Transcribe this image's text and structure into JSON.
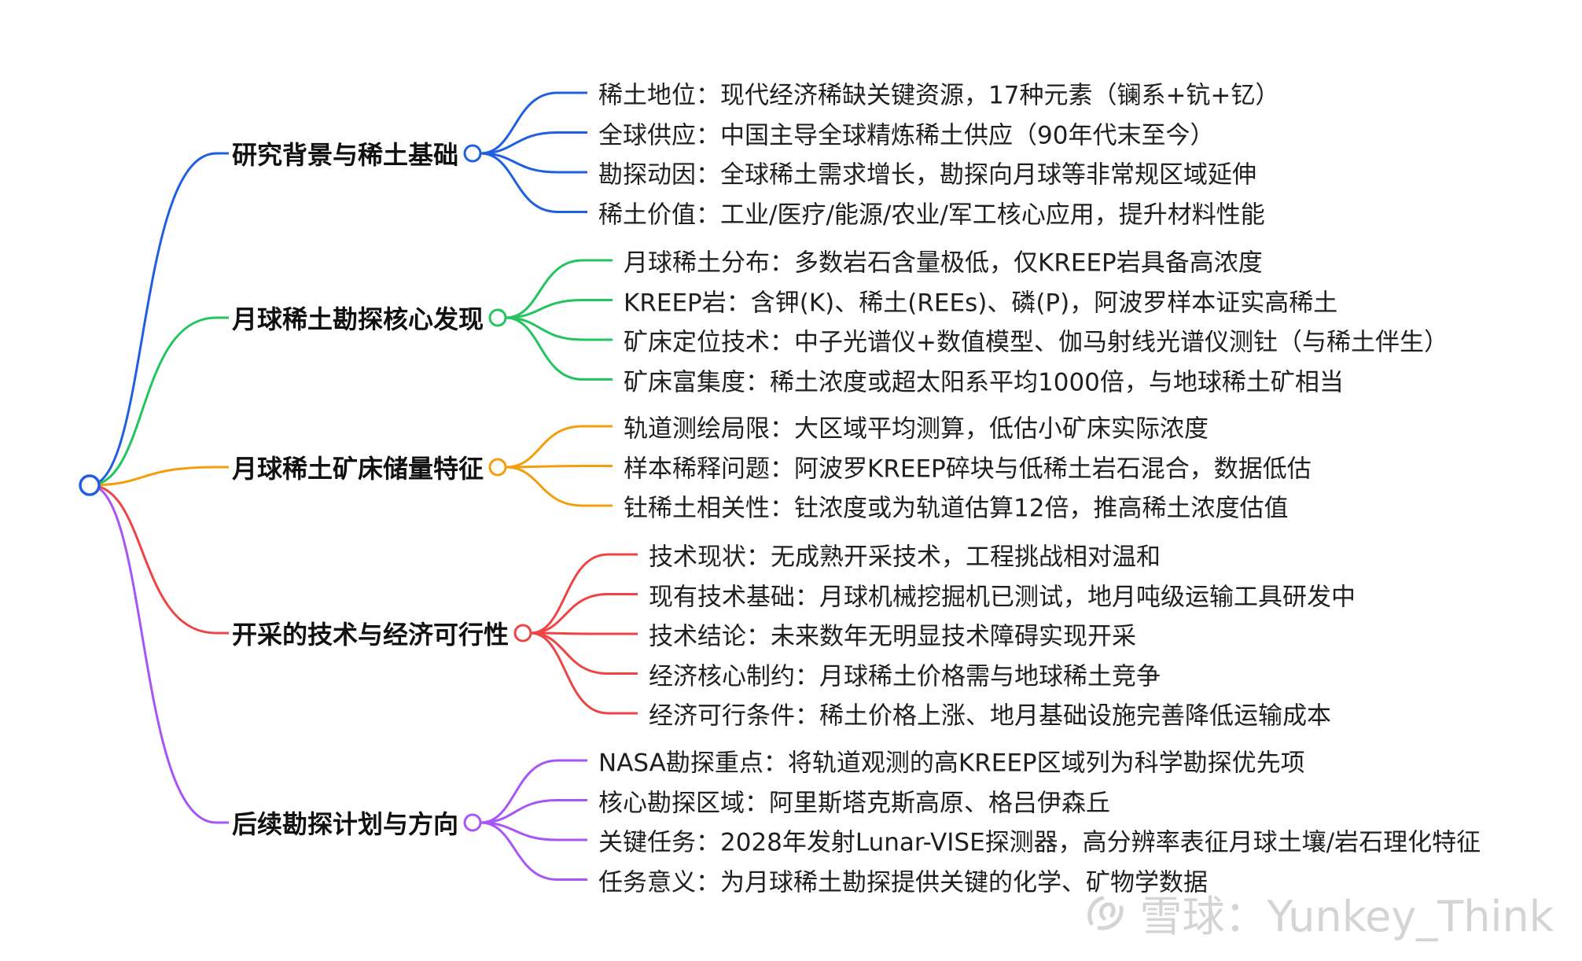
{
  "mindmap": {
    "branches": [
      {
        "title": "研究背景与稀土基础",
        "color": "#1f5fe0",
        "leaves": [
          "稀土地位：现代经济稀缺关键资源，17种元素（镧系+钪+钇）",
          "全球供应：中国主导全球精炼稀土供应（90年代末至今）",
          "勘探动因：全球稀土需求增长，勘探向月球等非常规区域延伸",
          "稀土价值：工业/医疗/能源/农业/军工核心应用，提升材料性能"
        ]
      },
      {
        "title": "月球稀土勘探核心发现",
        "color": "#22c55e",
        "leaves": [
          "月球稀土分布：多数岩石含量极低，仅KREEP岩具备高浓度",
          "KREEP岩：含钾(K)、稀土(REEs)、磷(P)，阿波罗样本证实高稀土",
          "矿床定位技术：中子光谱仪+数值模型、伽马射线光谱仪测钍（与稀土伴生）",
          "矿床富集度：稀土浓度或超太阳系平均1000倍，与地球稀土矿相当"
        ]
      },
      {
        "title": "月球稀土矿床储量特征",
        "color": "#f59e0b",
        "leaves": [
          "轨道测绘局限：大区域平均测算，低估小矿床实际浓度",
          "样本稀释问题：阿波罗KREEP碎块与低稀土岩石混合，数据低估",
          "钍稀土相关性：钍浓度或为轨道估算12倍，推高稀土浓度估值"
        ]
      },
      {
        "title": "开采的技术与经济可行性",
        "color": "#ef4444",
        "leaves": [
          "技术现状：无成熟开采技术，工程挑战相对温和",
          "现有技术基础：月球机械挖掘机已测试，地月吨级运输工具研发中",
          "技术结论：未来数年无明显技术障碍实现开采",
          "经济核心制约：月球稀土价格需与地球稀土竞争",
          "经济可行条件：稀土价格上涨、地月基础设施完善降低运输成本"
        ]
      },
      {
        "title": "后续勘探计划与方向",
        "color": "#a855f7",
        "leaves": [
          "NASA勘探重点：将轨道观测的高KREEP区域列为科学勘探优先项",
          "核心勘探区域：阿里斯塔克斯高原、格吕伊森丘",
          "关键任务：2028年发射Lunar-VISE探测器，高分辨率表征月球土壤/岩石理化特征",
          "任务意义：为月球稀土勘探提供关键的化学、矿物学数据"
        ]
      }
    ]
  },
  "watermark": {
    "text": "雪球：Yunkey_Think"
  }
}
